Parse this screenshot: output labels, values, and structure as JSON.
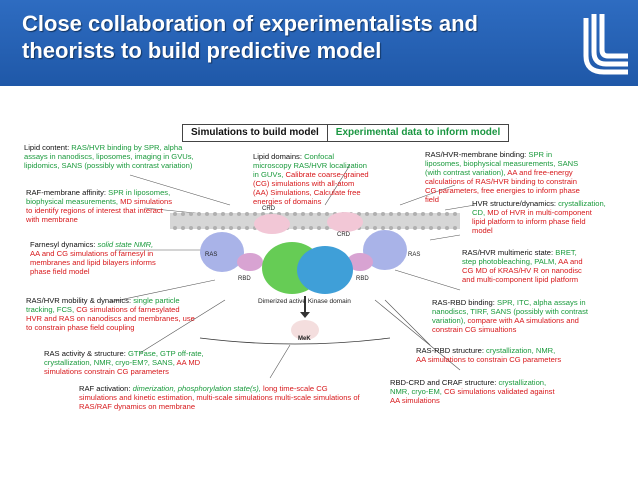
{
  "slide": {
    "title_line1": "Close collaboration of experimentalists and",
    "title_line2": "theorists to build predictive model",
    "legend": {
      "simulations": "Simulations to build model",
      "experimental": "Experimental data to inform model"
    },
    "colors": {
      "header": "#1f58a8",
      "experimental": "#1a9a3c",
      "simulation": "#d7191c",
      "membrane": "#cfcfcf"
    },
    "diagram_labels": {
      "ras_left": "RAS",
      "ras_right": "RAS",
      "crd_left": "CRD",
      "crd_right": "CRD",
      "rbd_left": "RBD",
      "rbd_right": "RBD",
      "kinase": "Dimerized active Kinase domain",
      "mek": "MeK"
    },
    "annotations": {
      "lipid_content": {
        "a": "Lipid content: ",
        "b": "RAS/HVR binding by SPR, alpha assays in nanodiscs, liposomes, imaging in GVUs, lipidomics, SANS (possibly with contrast variation)"
      },
      "lipid_domains": {
        "a": "Lipid domains: ",
        "b": "Confocal microscopy RAS/HVR localization in GUVs, ",
        "c": "Calibrate coarse-grained (CG)  simulations with all-atom (AA) Simulations, Calculate free energies of domains"
      },
      "ras_hvr_membrane": {
        "a": "RAS/HVR-membrane binding: ",
        "b": "SPR in liposomes, biophysical measurements, SANS (with contrast variation), ",
        "c": "AA and free-energy calculations of RAS/HVR binding to constrain CG parameters, free energies to inform phase field"
      },
      "raf_membrane": {
        "a": "RAF-membrane affinity: ",
        "b": "SPR in liposomes, biophysical measurements, ",
        "c": "MD simulations to identify regions of interest that interact with membrane"
      },
      "hvr_structure": {
        "a": "HVR structure/dynamics: ",
        "b": "crystallization, CD, ",
        "c": "MD of HVR in multi-component lipid platform to inform phase field model"
      },
      "farnesyl": {
        "a": "Farnesyl dynamics: ",
        "b": "solid state NMR, ",
        "c": "AA and CG simulations of farnesyl in membranes and  lipid bilayers informs phase field model"
      },
      "multimeric": {
        "a": "RAS/HVR multimeric state: ",
        "b": "BRET, step photobleaching, PALM, ",
        "c": "AA and CG MD of KRAS/HV    R on nanodisc and  multi-component lipid platform"
      },
      "mobility": {
        "a": "RAS/HVR mobility & dynamics: ",
        "b": "single particle tracking, FCS, ",
        "c": "CG simulations of farnesylated HVR and RAS on nanodiscs and membranes, use to constrain phase field coupling"
      },
      "ras_rbd_binding": {
        "a": "RAS-RBD binding: ",
        "b": "SPR, ITC, alpha assays in nanodiscs, TIRF, SANS (possibly with contrast variation), ",
        "c": "compare with AA simulations and constrain CG simualtions"
      },
      "ras_activity": {
        "a": "RAS activity & structure: ",
        "b": "GTPase, GTP off-rate, crystallization, NMR, cryo-EM?, SANS, ",
        "c": "AA MD simulations constrain CG parameters"
      },
      "ras_rbd_structure": {
        "a": "RAS-RBD structure: ",
        "b": "crystallization, NMR, ",
        "c": "AA simulations to constrain CG parameters"
      },
      "rbd_crd": {
        "a": "RBD-CRD and CRAF structure: ",
        "b": "crystallization, NMR, cryo-EM, ",
        "c": "CG simulations validated against AA simulations"
      },
      "raf_activation": {
        "a": "RAF activation: ",
        "b": "dimerization, phosphorylation state(s), ",
        "c": "long time-scale CG  simulations and kinetic estimation, multi-scale simulations multi-scale simulations of RAS/RAF dynamics on membrane"
      }
    }
  }
}
